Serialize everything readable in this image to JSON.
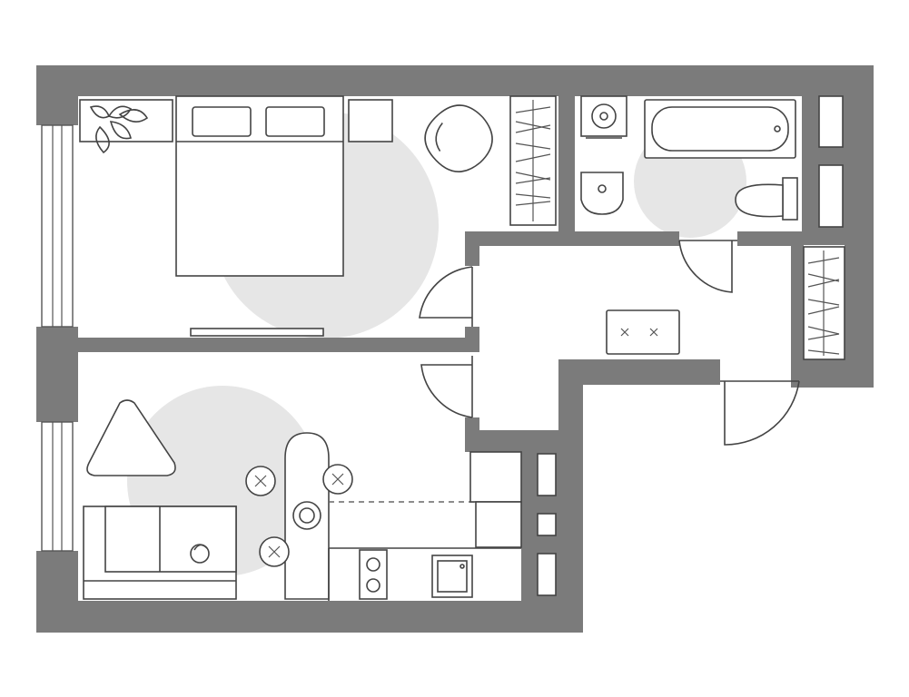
{
  "plan": {
    "colors": {
      "wall": "#7b7b7b",
      "line": "#444444",
      "zone": "#e6e6e6",
      "background": "#ffffff"
    },
    "rooms": [
      "bedroom",
      "living-kitchen",
      "hallway",
      "bathroom"
    ],
    "icons": [
      "bed-icon",
      "armchair-icon",
      "plant-icon",
      "wardrobe-icon",
      "bathtub-icon",
      "washing-machine-icon",
      "sink-icon",
      "toilet-icon",
      "sofa-icon",
      "dining-table-icon",
      "chair-icon",
      "stove-icon",
      "kitchen-sink-icon",
      "ottoman-icon",
      "door-icon",
      "window-icon"
    ]
  }
}
